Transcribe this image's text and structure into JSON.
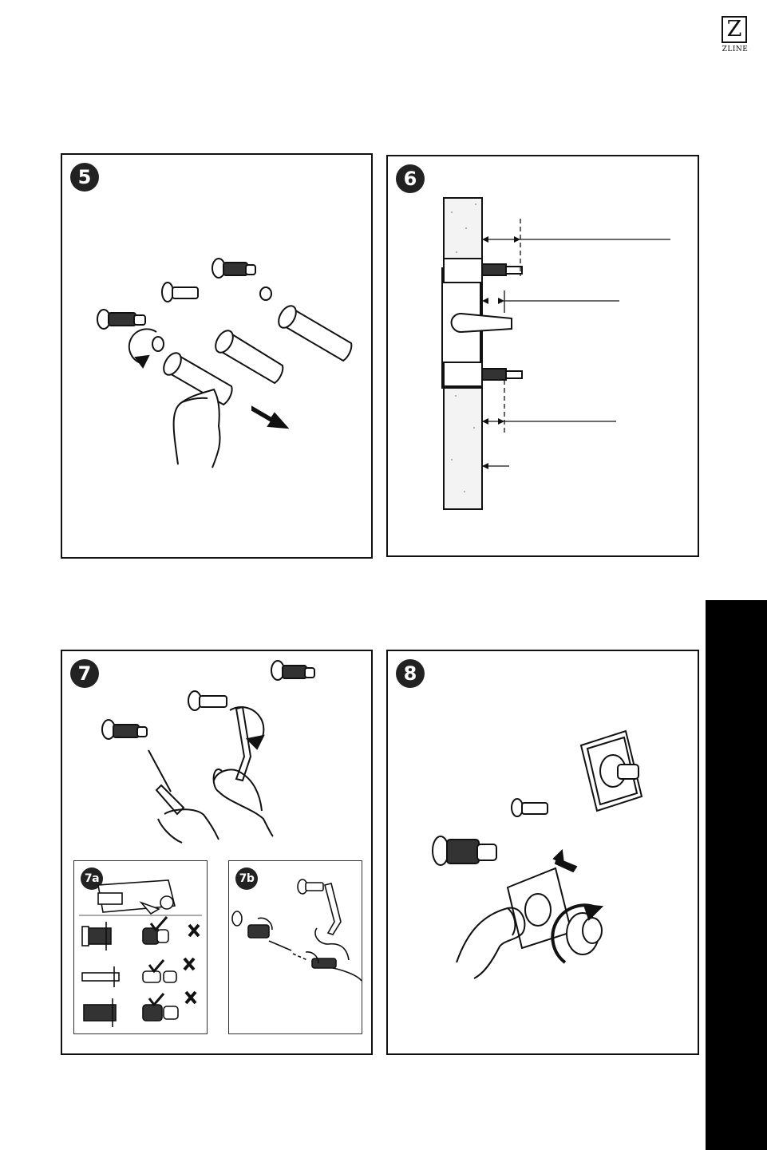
{
  "logo": {
    "letter": "Z",
    "name": "ZLINE"
  },
  "steps": [
    {
      "number": "5"
    },
    {
      "number": "6"
    },
    {
      "number": "7"
    },
    {
      "number": "8"
    }
  ],
  "substeps": [
    {
      "label": "7a"
    },
    {
      "label": "7b"
    }
  ],
  "colors": {
    "ink": "#111111",
    "wall_fill": "#f3f3f3",
    "side_tab": "#000000"
  }
}
